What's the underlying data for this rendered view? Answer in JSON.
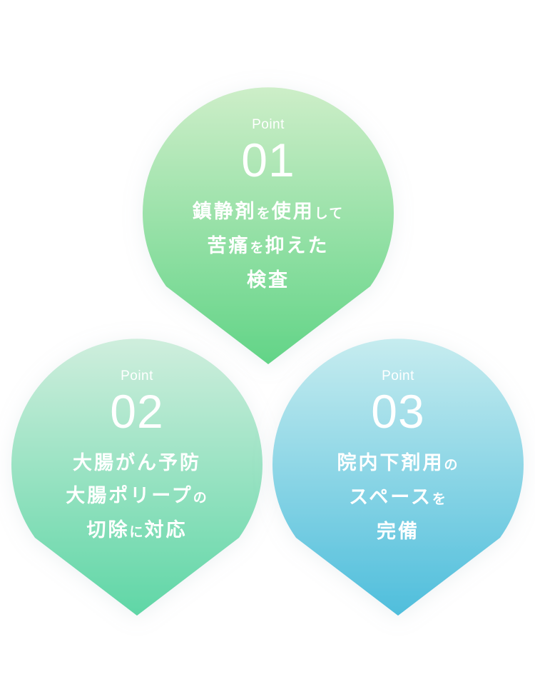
{
  "points": [
    {
      "label": "Point",
      "number": "01",
      "lines": [
        [
          {
            "t": "鎮静剤",
            "s": false
          },
          {
            "t": "を",
            "s": true
          },
          {
            "t": "使用",
            "s": false
          },
          {
            "t": "して",
            "s": true
          }
        ],
        [
          {
            "t": "苦痛",
            "s": false
          },
          {
            "t": "を",
            "s": true
          },
          {
            "t": "抑えた",
            "s": false
          }
        ],
        [
          {
            "t": "検査",
            "s": false
          }
        ]
      ],
      "color_top": "#cdeec8",
      "color_bottom": "#62d487"
    },
    {
      "label": "Point",
      "number": "02",
      "lines": [
        [
          {
            "t": "大腸がん予防",
            "s": false
          }
        ],
        [
          {
            "t": "大腸ポリープ",
            "s": false
          },
          {
            "t": "の",
            "s": true
          }
        ],
        [
          {
            "t": "切除",
            "s": false
          },
          {
            "t": "に",
            "s": true
          },
          {
            "t": "対応",
            "s": false
          }
        ]
      ],
      "color_top": "#cfeedd",
      "color_bottom": "#5fd6a6"
    },
    {
      "label": "Point",
      "number": "03",
      "lines": [
        [
          {
            "t": "院内下剤用",
            "s": false
          },
          {
            "t": "の",
            "s": true
          }
        ],
        [
          {
            "t": "スペース",
            "s": false
          },
          {
            "t": "を",
            "s": true
          }
        ],
        [
          {
            "t": "完備",
            "s": false
          }
        ]
      ],
      "color_top": "#c6ecef",
      "color_bottom": "#4fbedc"
    }
  ]
}
